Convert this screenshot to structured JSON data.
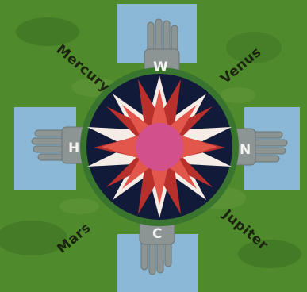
{
  "direction_words": {
    "upper_left": "Mercury",
    "upper_right": "Venus",
    "lower_left": "Mars",
    "lower_right": "Jupiter"
  },
  "hand_letters": {
    "top": "W",
    "left": "H",
    "right": "N",
    "bottom": "C"
  },
  "panel_texts": {
    "top": "",
    "left": "",
    "right": "",
    "bottom": ""
  },
  "credit": "",
  "colors": {
    "background": "#4f8a2c",
    "panel": "#8ab8d6",
    "ring": "#3a7530",
    "disc": "#121a3a",
    "star_red": "#b8302c",
    "star_light": "#e3564c",
    "star_white": "#f5ece6",
    "center": "#d2508c",
    "hand": "#8c9494"
  }
}
